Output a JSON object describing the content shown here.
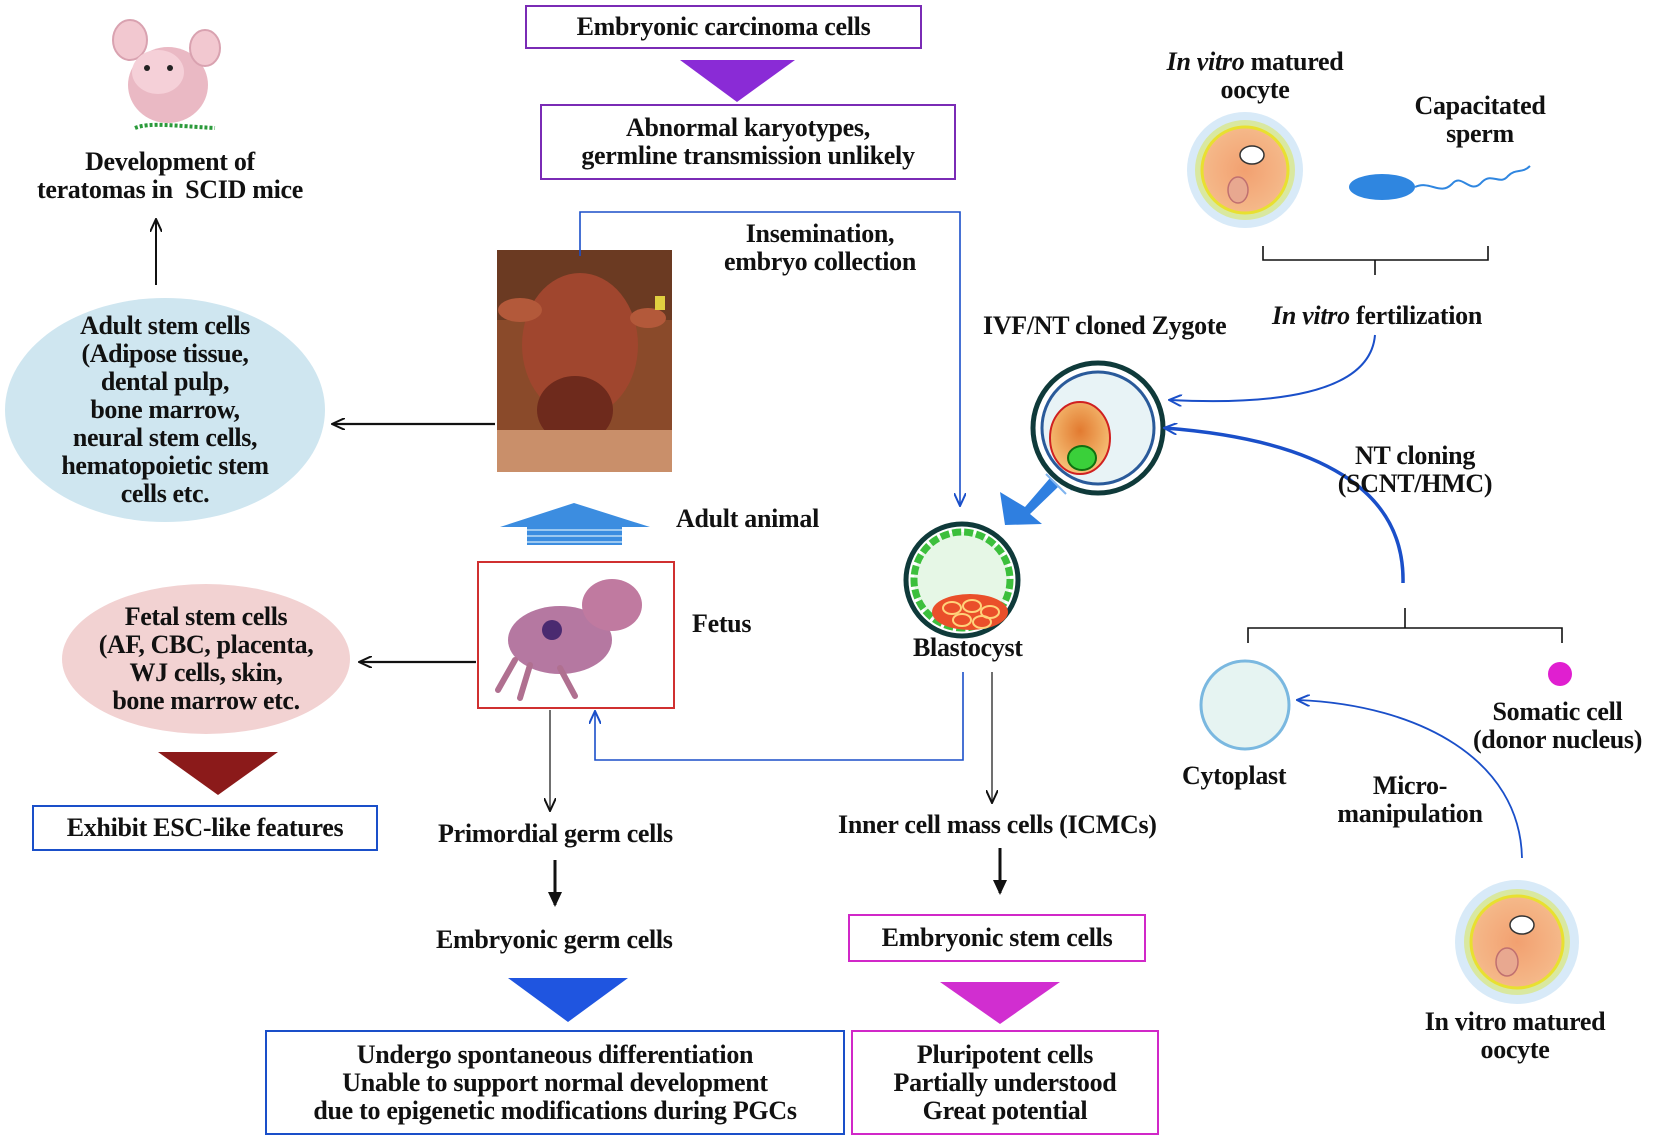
{
  "colors": {
    "purple": "#7a2bb5",
    "blue": "#1a4fc9",
    "light_blue": "#3c8de0",
    "magenta": "#d128c8",
    "dark_red": "#8b1a1a",
    "adult_oval": "#cfe6f0",
    "fetal_oval": "#f2d2d2"
  },
  "top": {
    "ec_cells": "Embryonic carcinoma cells",
    "ec_outcome": [
      "Abnormal karyotypes,",
      "germline transmission unlikely"
    ]
  },
  "mouse": {
    "caption": [
      "Development of",
      "teratomas in  SCID mice"
    ]
  },
  "adult_stem": {
    "lines": [
      "Adult stem cells",
      "(Adipose tissue,",
      "dental pulp,",
      "bone marrow,",
      "neural stem cells,",
      "hematopoietic stem",
      "cells etc."
    ]
  },
  "fetal_stem": {
    "lines": [
      "Fetal stem cells",
      "(AF, CBC, placenta,",
      "WJ cells, skin,",
      "bone marrow etc."
    ],
    "outcome": "Exhibit ESC-like features"
  },
  "center": {
    "insemination": [
      "Insemination,",
      "embryo collection"
    ],
    "adult_animal": "Adult animal",
    "fetus": "Fetus",
    "blastocyst": "Blastocyst",
    "pgc": "Primordial germ cells",
    "egc": "Embryonic germ cells",
    "egc_outcome": [
      "Undergo spontaneous differentiation",
      "Unable to support normal development",
      "due to epigenetic modifications during PGCs"
    ],
    "icm": "Inner cell mass cells (ICMCs)",
    "esc": "Embryonic stem cells",
    "esc_outcome": [
      "Pluripotent cells",
      "Partially understood",
      "Great potential"
    ]
  },
  "right": {
    "oocyte_top_italic": "In vitro",
    "oocyte_top_rest": " matured",
    "oocyte_top_line2": "oocyte",
    "sperm": [
      "Capacitated",
      "sperm"
    ],
    "ivf_italic": "In vitro",
    "ivf_rest": " fertilization",
    "zygote": "IVF/NT cloned Zygote",
    "nt_cloning": [
      "NT cloning",
      "(SCNT/HMC)"
    ],
    "cytoplast": "Cytoplast",
    "somatic": [
      "Somatic cell",
      "(donor nucleus)"
    ],
    "micromanip": [
      "Micro-",
      "manipulation"
    ],
    "oocyte_bottom": [
      "In vitro matured",
      "oocyte"
    ]
  }
}
